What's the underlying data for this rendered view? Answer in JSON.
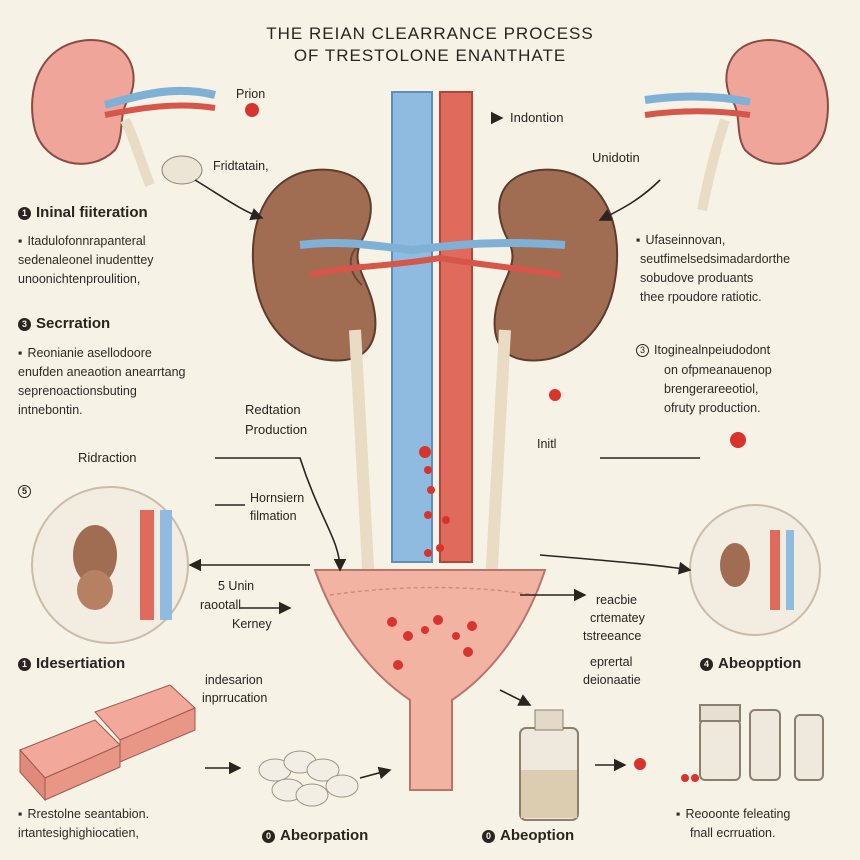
{
  "title": {
    "line1": "THE REIAN CLEARRANCE PROCESS",
    "line2": "OF TRESTOLONE ENANTHATE"
  },
  "labels": {
    "prion": "Prion",
    "fridtain": "Fridtatain,",
    "indontion": "Indontion",
    "unidotin": "Unidotin",
    "redtation": "Redtation",
    "production": "Production",
    "ridraction": "Ridraction",
    "initl": "Initl",
    "hornsiern": "Hornsiern",
    "filmation": "filmation",
    "five_unin": "5 Unin",
    "raootall": "raootall",
    "kerney": "Kerney",
    "indesarion": "indesarion",
    "inprrucation": "inprrucation",
    "reacbie": "reacbie",
    "crematey": "crtematey",
    "tstreeance": "tstreeance",
    "eprertal": "eprertal",
    "deionatie": "deionaatie"
  },
  "steps": {
    "s1": {
      "num": "1",
      "title": "Ininal fiiteration",
      "lines": [
        "Itadulofonnrapanteral",
        "sedenaleonel inudenttey",
        "unoonichtenproulition,"
      ]
    },
    "s3": {
      "num": "3",
      "title": "Secrration",
      "lines": [
        "Reonianie asellodoore",
        "enufden aneaotion anearrtang",
        "seprenoactionsbuting",
        "intnebontin."
      ]
    },
    "s5": {
      "num": "5"
    },
    "s_ides": {
      "num": "1",
      "title": "Idesertiation"
    },
    "s_right_top": {
      "lines": [
        "Ufaseinnovan,",
        "seutfimelsedsimadardorthe",
        "sobudove produants",
        "thee rpoudore ratiotic."
      ]
    },
    "s_right_mid": {
      "num": "3",
      "lines": [
        "Itoginealnpeiudodont",
        "on ofpmeanauenop",
        "brengerareeotiol,",
        "ofruty production."
      ]
    },
    "s4": {
      "num": "4",
      "title": "Abeopption"
    },
    "bottom_left": {
      "lines": [
        "Rrestolne seantabion.",
        "irtantesighighiocatien,"
      ]
    },
    "bottom_mid1": {
      "num": "0",
      "title": "Abeorpation"
    },
    "bottom_mid2": {
      "num": "0",
      "title": "Abeoption"
    },
    "bottom_right": {
      "lines": [
        "Reooonte feleating",
        "fnall ecrruation."
      ]
    }
  },
  "colors": {
    "background": "#f7f2e6",
    "kidney": "#9a6a52",
    "kidney_inner": "#f0a59a",
    "vein": "#7fb1d6",
    "artery": "#d6564a",
    "bladder": "#f3b3a3",
    "drop": "#d8342c"
  }
}
